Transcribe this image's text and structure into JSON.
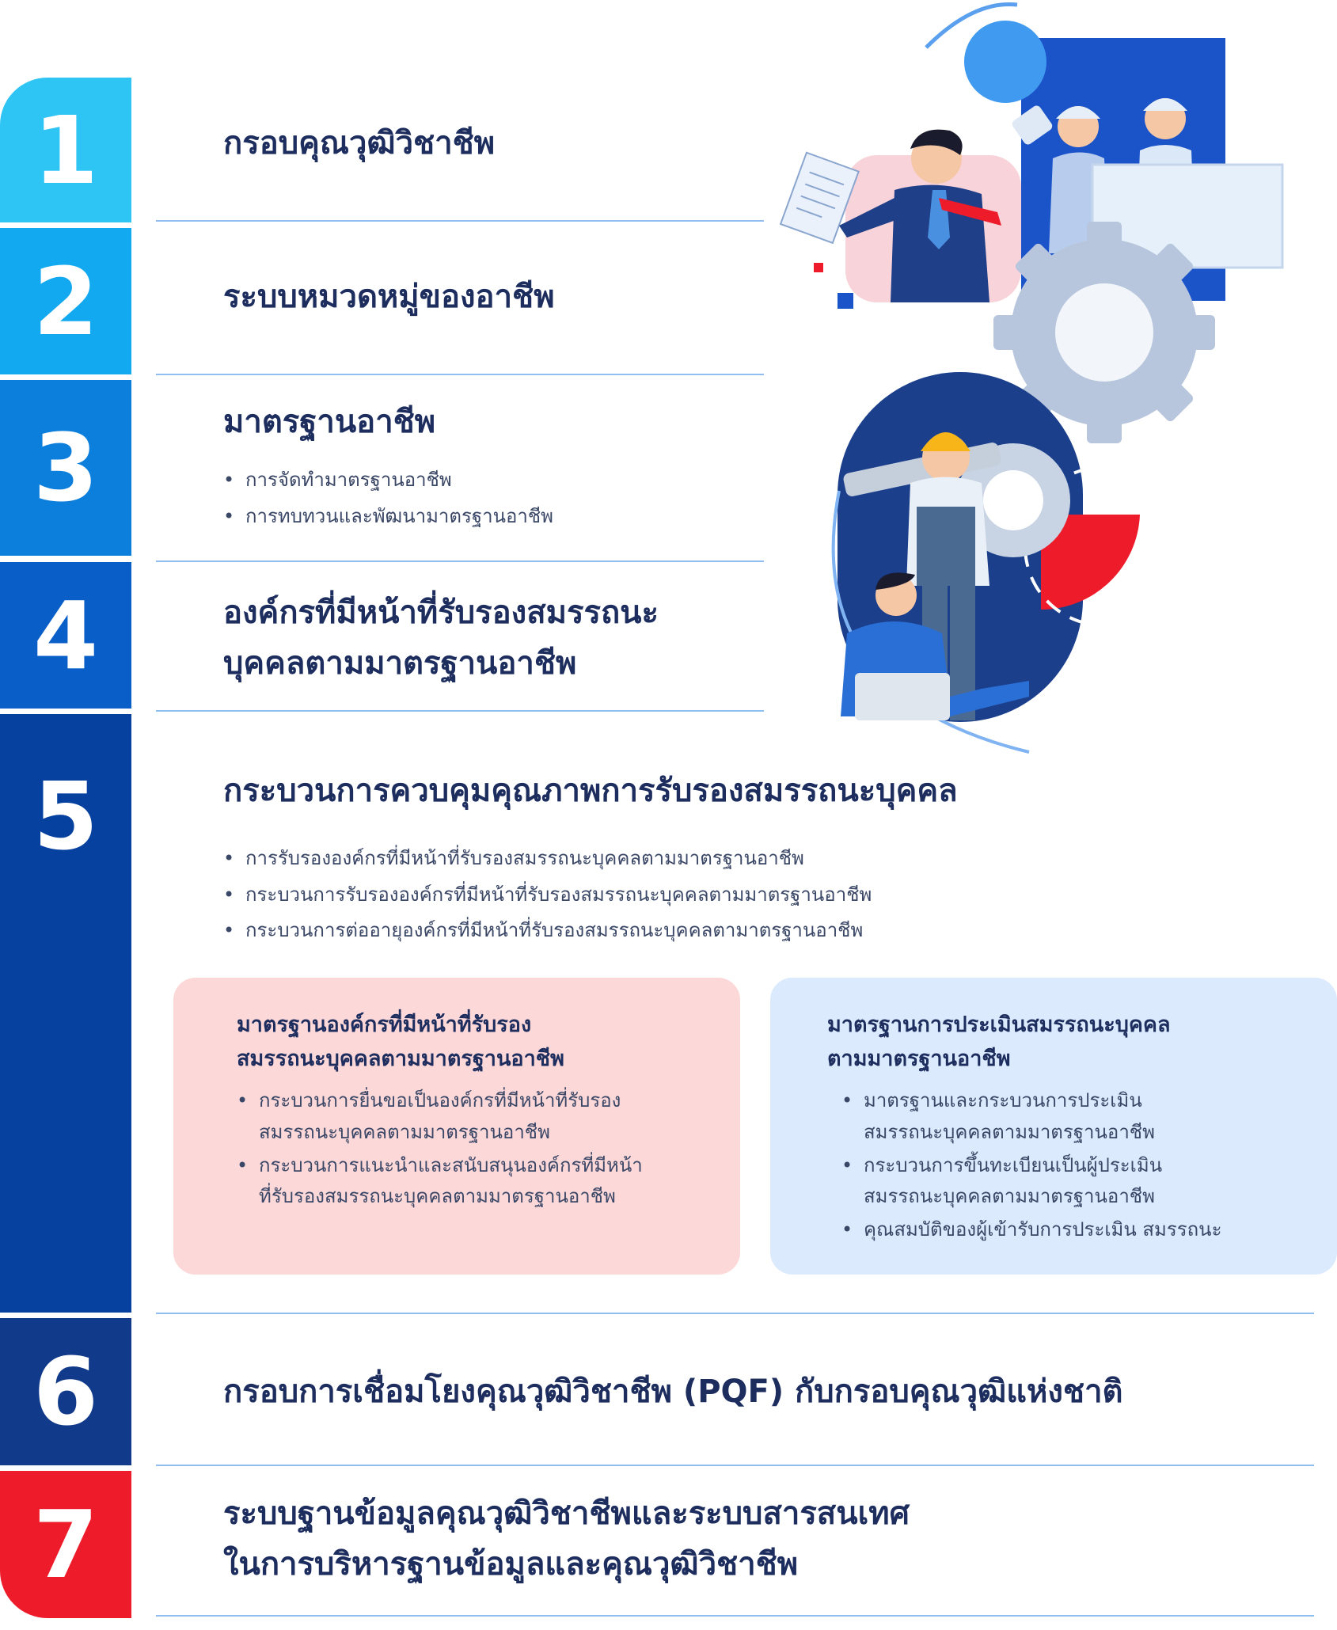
{
  "sections": [
    {
      "number": "1",
      "title": "กรอบคุณวุฒิวิชาชีพ"
    },
    {
      "number": "2",
      "title": "ระบบหมวดหมู่ของอาชีพ"
    },
    {
      "number": "3",
      "title": "มาตรฐานอาชีพ",
      "bullets": [
        "การจัดทำมาตรฐานอาชีพ",
        "การทบทวนและพัฒนามาตรฐานอาชีพ"
      ]
    },
    {
      "number": "4",
      "title_line1": "องค์กรที่มีหน้าที่รับรองสมรรถนะ",
      "title_line2": "บุคคลตามมาตรฐานอาชีพ"
    },
    {
      "number": "5",
      "title": "กระบวนการควบคุมคุณภาพการรับรองสมรรถนะบุคคล",
      "bullets": [
        "การรับรององค์กรที่มีหน้าที่รับรองสมรรถนะบุคคลตามมาตรฐานอาชีพ",
        "กระบวนการรับรององค์กรที่มีหน้าที่รับรองสมรรถนะบุคคลตามมาตรฐานอาชีพ",
        "กระบวนการต่ออายุองค์กรที่มีหน้าที่รับรองสมรรถนะบุคคลตามาตรฐานอาชีพ"
      ]
    },
    {
      "number": "6",
      "title": "กรอบการเชื่อมโยงคุณวุฒิวิชาชีพ (PQF) กับกรอบคุณวุฒิแห่งชาติ"
    },
    {
      "number": "7",
      "title_line1": "ระบบฐานข้อมูลคุณวุฒิวิชาชีพและระบบสารสนเทศ",
      "title_line2": "ในการบริหารฐานข้อมูลและคุณวุฒิวิชาชีพ"
    }
  ],
  "cards": {
    "pink": {
      "title_line1": "มาตรฐานองค์กรที่มีหน้าที่รับรอง",
      "title_line2": "สมรรถนะบุคคลตามมาตรฐานอาชีพ",
      "items": [
        {
          "line1": "กระบวนการยื่นขอเป็นองค์กรที่มีหน้าที่รับรอง",
          "line2": "สมรรถนะบุคคลตามมาตรฐานอาชีพ"
        },
        {
          "line1": "กระบวนการแนะนำและสนับสนุนองค์กรที่มีหน้า",
          "line2": "ที่รับรองสมรรถนะบุคคลตามมาตรฐานอาชีพ"
        }
      ]
    },
    "blue": {
      "title_line1": "มาตรฐานการประเมินสมรรถนะบุคคล",
      "title_line2": "ตามมาตรฐานอาชีพ",
      "items": [
        {
          "line1": "มาตรฐานและกระบวนการประเมิน",
          "line2": "สมรรถนะบุคคลตามมาตรฐานอาชีพ"
        },
        {
          "line1": "กระบวนการขึ้นทะเบียนเป็นผู้ประเมิน",
          "line2": "สมรรถนะบุคคลตามมาตรฐานอาชีพ"
        },
        {
          "line1": "คุณสมบัติของผู้เข้ารับการประเมิน สมรรถนะ"
        }
      ]
    }
  },
  "colors": {
    "block1": "#2ec4f4",
    "block2": "#13a9f0",
    "block3": "#0c7edb",
    "block4": "#0a5ec8",
    "block5": "#06419f",
    "block6": "#123a8a",
    "block7": "#ee1c2b",
    "title_text": "#1c2d5e",
    "divider": "#8fbff0",
    "card_pink": "#fdd8d9",
    "card_blue": "#dbeafc"
  },
  "illustration": {
    "icons": [
      "lightbulb-icon",
      "gear-icon",
      "document-icon",
      "businessman-figure",
      "engineers-figure",
      "worker-figure",
      "laptop-user-figure"
    ]
  }
}
